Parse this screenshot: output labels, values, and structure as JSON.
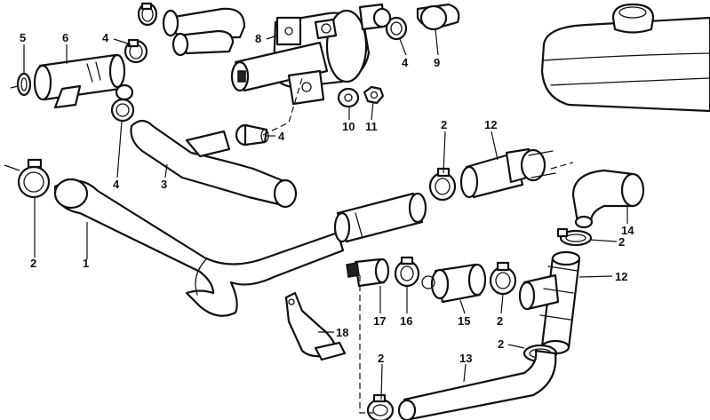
{
  "diagram": {
    "callouts": [
      "5",
      "6",
      "4",
      "8",
      "4",
      "9",
      "10",
      "11",
      "4",
      "4",
      "3",
      "2",
      "12",
      "2",
      "1",
      "14",
      "2",
      "12",
      "17",
      "16",
      "15",
      "2",
      "18",
      "2",
      "2",
      "13"
    ]
  },
  "colors": {
    "ink": "#111111",
    "paper": "#ffffff"
  }
}
